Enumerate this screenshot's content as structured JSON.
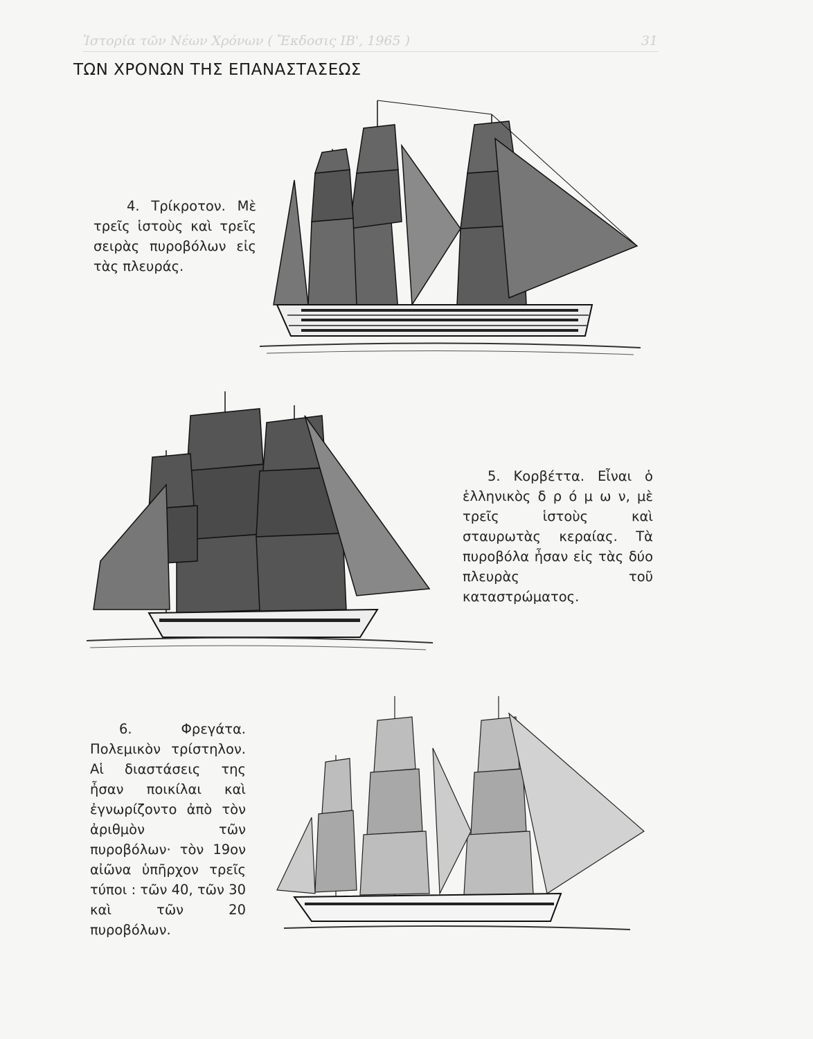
{
  "page_header": {
    "running_head": "Ἱστορία τῶν Νέων Χρόνων ( Ἔκδοσις ΙΒ', 1965 )",
    "page_number": "31"
  },
  "section_title": "ΤΩΝ ΧΡΟΝΩΝ ΤΗΣ ΕΠΑΝΑΣΤΑΣΕΩΣ",
  "figures": [
    {
      "caption": "4. Τρίκροτον. Μὲ τρεῖς ἱστοὺς καὶ τρεῖς σειρὰς πυροβόλων εἰς τὰς πλευράς."
    },
    {
      "caption": "5. Κορβέττα. Εἶναι ὁ ἑλληνικὸς δ ρ ό μ ω ν, μὲ τρεῖς ἱστοὺς καὶ σταυρωτὰς κεραίας. Τὰ πυροβόλα ἦσαν εἰς τὰς δύο πλευρὰς τοῦ καταστρώματος."
    },
    {
      "caption": "6. Φρεγάτα. Πολεμικὸν τρίστηλον. Αἱ διαστάσεις της ἦσαν ποικίλαι καὶ ἐγνωρίζοντο ἀπὸ τὸν ἀριθμὸν τῶν πυροβόλων· τὸν 19ον αἰῶνα ὑπῆρχον τρεῖς τύποι : τῶν 40, τῶν 30 καὶ τῶν 20 πυροβόλων."
    }
  ]
}
